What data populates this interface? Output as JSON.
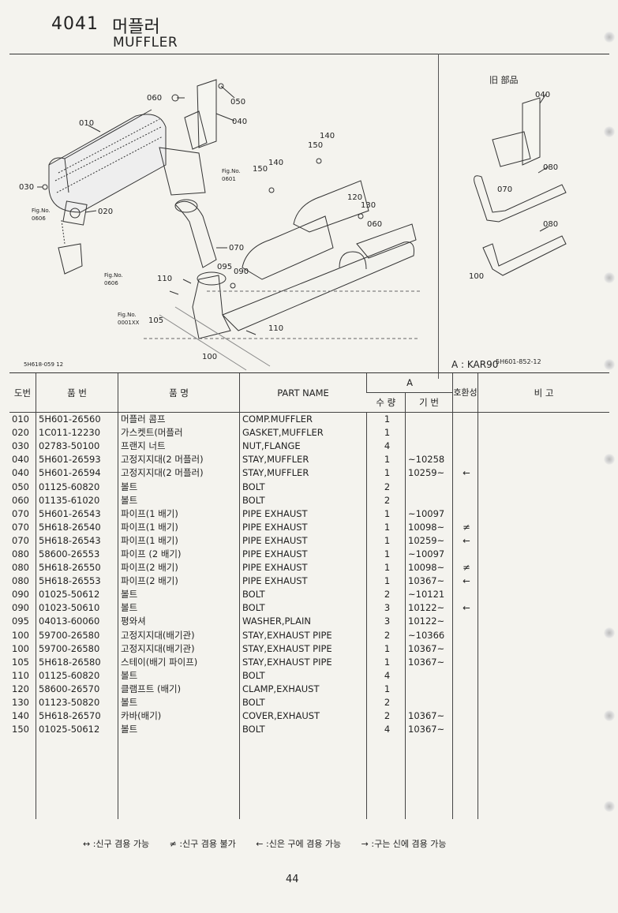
{
  "header": {
    "code": "4041",
    "title_ko": "머플러",
    "title_en": "MUFFLER"
  },
  "diagram": {
    "callouts_main": [
      "060",
      "050",
      "040",
      "010",
      "150",
      "140",
      "150",
      "140",
      "Fig.No.",
      "0601",
      "030",
      "020",
      "Fig.No.",
      "0606",
      "120",
      "130",
      "060",
      "070",
      "095",
      "090",
      "Fig.No.",
      "0606",
      "110",
      "Fig.No.",
      "0001XX",
      "105",
      "110",
      "100"
    ],
    "code_main": "5H618-059 12",
    "old_parts_label": "旧 部品",
    "callouts_old": [
      "040",
      "080",
      "070",
      "080",
      "100"
    ],
    "code_old": "5H601-852-12"
  },
  "model": "A : KAR90",
  "table": {
    "headers": {
      "no": "도번",
      "part_no": "품 번",
      "name_ko": "품 명",
      "name_en": "PART NAME",
      "group_a": "A",
      "qty": "수 량",
      "serial": "기 번",
      "compat": "호환성",
      "note": "비 고"
    },
    "rows": [
      {
        "no": "010",
        "pn": "5H601-26560",
        "ko": "머플러 콤프",
        "en": "COMP.MUFFLER",
        "qty": "1",
        "ser": "",
        "mark": ""
      },
      {
        "no": "020",
        "pn": "1C011-12230",
        "ko": "가스켓트(머플러",
        "en": "GASKET,MUFFLER",
        "qty": "1",
        "ser": "",
        "mark": ""
      },
      {
        "no": "030",
        "pn": "02783-50100",
        "ko": "프랜지 너트",
        "en": "NUT,FLANGE",
        "qty": "4",
        "ser": "",
        "mark": ""
      },
      {
        "no": "040",
        "pn": "5H601-26593",
        "ko": "고정지지대(2 머플러)",
        "en": "STAY,MUFFLER",
        "qty": "1",
        "ser": "~10258",
        "mark": ""
      },
      {
        "no": "040",
        "pn": "5H601-26594",
        "ko": "고정지지대(2 머플러)",
        "en": "STAY,MUFFLER",
        "qty": "1",
        "ser": "10259~",
        "mark": "←"
      },
      {
        "no": "050",
        "pn": "01125-60820",
        "ko": "볼트",
        "en": "BOLT",
        "qty": "2",
        "ser": "",
        "mark": ""
      },
      {
        "no": "060",
        "pn": "01135-61020",
        "ko": "볼트",
        "en": "BOLT",
        "qty": "2",
        "ser": "",
        "mark": ""
      },
      {
        "no": "070",
        "pn": "5H601-26543",
        "ko": "파이프(1 배기)",
        "en": "PIPE EXHAUST",
        "qty": "1",
        "ser": "~10097",
        "mark": ""
      },
      {
        "no": "070",
        "pn": "5H618-26540",
        "ko": "파이프(1 배기)",
        "en": "PIPE EXHAUST",
        "qty": "1",
        "ser": "10098~",
        "mark": "≠"
      },
      {
        "no": "070",
        "pn": "5H618-26543",
        "ko": "파이프(1 배기)",
        "en": "PIPE EXHAUST",
        "qty": "1",
        "ser": "10259~",
        "mark": "←"
      },
      {
        "no": "080",
        "pn": "58600-26553",
        "ko": "파이프 (2 배기)",
        "en": "PIPE EXHAUST",
        "qty": "1",
        "ser": "~10097",
        "mark": ""
      },
      {
        "no": "080",
        "pn": "5H618-26550",
        "ko": "파이프(2 배기)",
        "en": "PIPE EXHAUST",
        "qty": "1",
        "ser": "10098~",
        "mark": "≠"
      },
      {
        "no": "080",
        "pn": "5H618-26553",
        "ko": "파이프(2 배기)",
        "en": "PIPE EXHAUST",
        "qty": "1",
        "ser": "10367~",
        "mark": "←"
      },
      {
        "no": "090",
        "pn": "01025-50612",
        "ko": "볼트",
        "en": "BOLT",
        "qty": "2",
        "ser": "~10121",
        "mark": ""
      },
      {
        "no": "090",
        "pn": "01023-50610",
        "ko": "볼트",
        "en": "BOLT",
        "qty": "3",
        "ser": "10122~",
        "mark": "←"
      },
      {
        "no": "095",
        "pn": "04013-60060",
        "ko": "평와셔",
        "en": "WASHER,PLAIN",
        "qty": "3",
        "ser": "10122~",
        "mark": ""
      },
      {
        "no": "100",
        "pn": "59700-26580",
        "ko": "고정지지대(배기관)",
        "en": "STAY,EXHAUST PIPE",
        "qty": "2",
        "ser": "~10366",
        "mark": ""
      },
      {
        "no": "100",
        "pn": "59700-26580",
        "ko": "고정지지대(배기관)",
        "en": "STAY,EXHAUST PIPE",
        "qty": "1",
        "ser": "10367~",
        "mark": ""
      },
      {
        "no": "105",
        "pn": "5H618-26580",
        "ko": "스테이(배기 파이프)",
        "en": "STAY,EXHAUST PIPE",
        "qty": "1",
        "ser": "10367~",
        "mark": ""
      },
      {
        "no": "110",
        "pn": "01125-60820",
        "ko": "볼트",
        "en": "BOLT",
        "qty": "4",
        "ser": "",
        "mark": ""
      },
      {
        "no": "120",
        "pn": "58600-26570",
        "ko": "클램프트 (배기)",
        "en": "CLAMP,EXHAUST",
        "qty": "1",
        "ser": "",
        "mark": ""
      },
      {
        "no": "130",
        "pn": "01123-50820",
        "ko": "볼트",
        "en": "BOLT",
        "qty": "2",
        "ser": "",
        "mark": ""
      },
      {
        "no": "140",
        "pn": "5H618-26570",
        "ko": "카바(배기)",
        "en": "COVER,EXHAUST",
        "qty": "2",
        "ser": "10367~",
        "mark": ""
      },
      {
        "no": "150",
        "pn": "01025-50612",
        "ko": "볼트",
        "en": "BOLT",
        "qty": "4",
        "ser": "10367~",
        "mark": ""
      }
    ]
  },
  "footnote": {
    "a": "↔ :신구 겸용 가능",
    "b": "≠ :신구 겸용 불가",
    "c": "← :신은 구에 겸용 가능",
    "d": "→ :구는 신에 겸용 가능"
  },
  "page_number": "44"
}
